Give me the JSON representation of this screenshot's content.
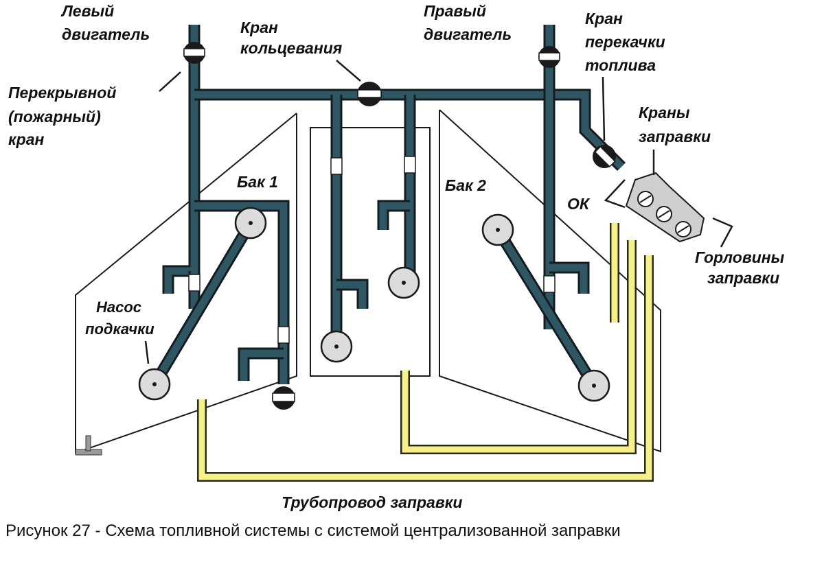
{
  "labels": {
    "left_engine": [
      "Левый",
      "двигатель"
    ],
    "right_engine": [
      "Правый",
      "двигатель"
    ],
    "crossfeed_valve": [
      "Кран",
      "кольцевания"
    ],
    "transfer_valve": [
      "Кран",
      "перекачки",
      "топлива"
    ],
    "shutoff_valve": [
      "Перекрывной",
      "(пожарный)",
      "кран"
    ],
    "refuel_valves": [
      "Краны",
      "заправки"
    ],
    "tank1": "Бак 1",
    "tank2": "Бак 2",
    "check_valve": "ОК",
    "refuel_necks": [
      "Горловины",
      "заправки"
    ],
    "boost_pump": [
      "Насос",
      "подкачки"
    ],
    "refuel_pipeline": "Трубопровод  заправки"
  },
  "caption": "Рисунок 27 - Схема топливной системы с системой централизованной заправки",
  "colors": {
    "fuel_pipe": "#2f5663",
    "refuel_pipe": "#f5f08a",
    "valve": "#1a1a1a",
    "pump": "#dcdcdc",
    "manifold": "#c8c8c8"
  }
}
